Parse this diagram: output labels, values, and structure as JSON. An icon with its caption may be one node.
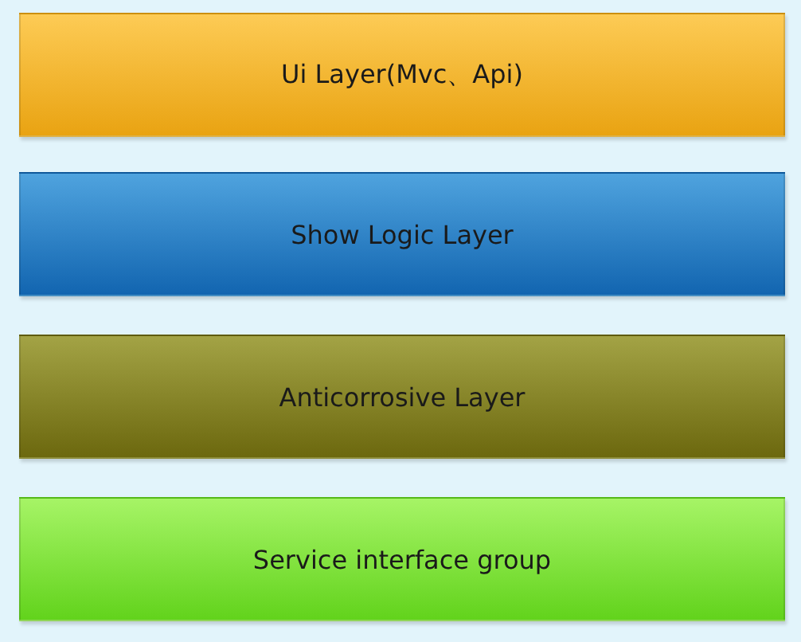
{
  "diagram": {
    "nodes": [
      {
        "text": [
          "Ui Layer(Mvc、Api)"
        ]
      },
      {
        "text": [
          "Show Logic Layer"
        ]
      },
      {
        "text": [
          "Anticorrosive Layer"
        ]
      },
      {
        "text": [
          "Service interface group"
        ]
      }
    ]
  }
}
